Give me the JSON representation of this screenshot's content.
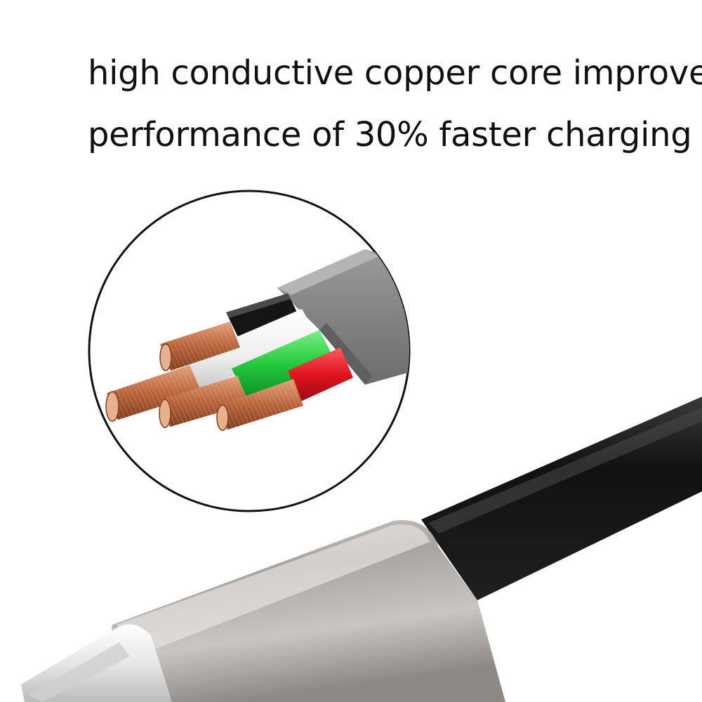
{
  "headline": {
    "line1": "high conductive copper core improve",
    "line2": "performance of 30% faster charging"
  },
  "colors": {
    "background": "#ffffff",
    "text": "#111111",
    "cable_jacket": "#1a1a1a",
    "inner_sheath": "#808080",
    "wire_black": "#111111",
    "wire_white": "#f2f2f2",
    "wire_green": "#22c93a",
    "wire_red": "#e0141e",
    "copper": "#c8764a",
    "metal_housing": "#b9b6b1"
  },
  "icons": {
    "zoom_circle": "magnified-cable-crosssection",
    "product": "usb-type-c-cable"
  }
}
